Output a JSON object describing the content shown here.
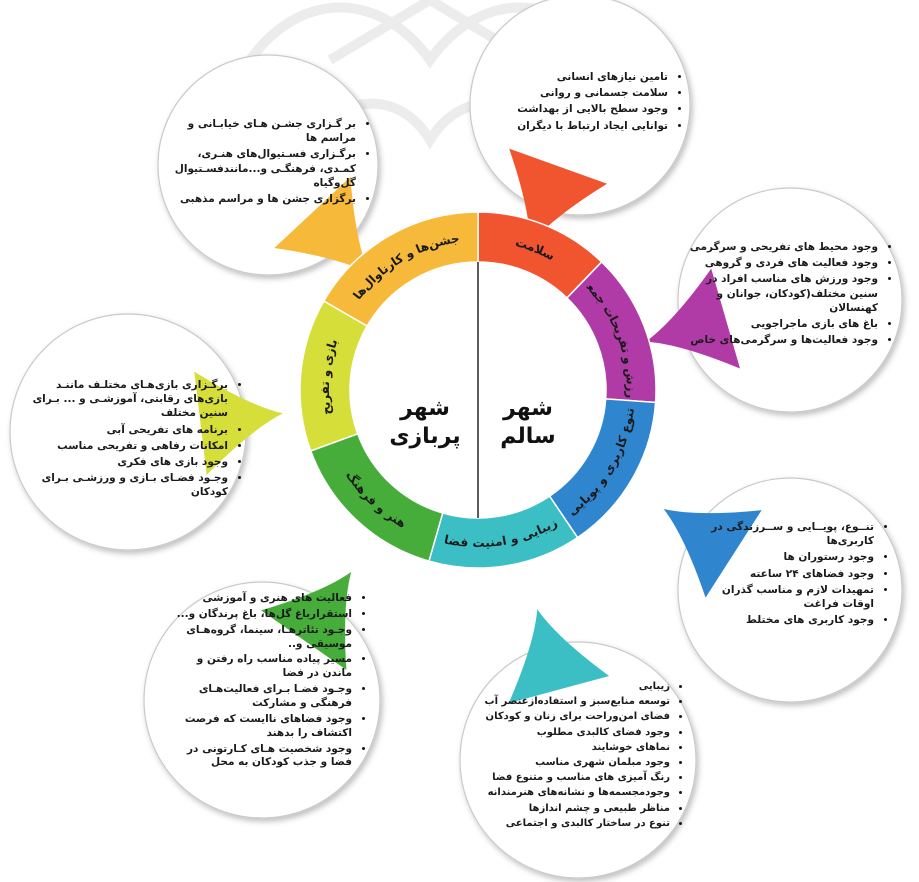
{
  "center": {
    "right_title": "شهر سالم",
    "left_title": "شهر پربازی"
  },
  "segments": [
    {
      "key": "health",
      "label": "سلامت",
      "color": "#f0552f"
    },
    {
      "key": "sport",
      "label": "ورزش و تفریحات جمعی",
      "color": "#b03aa6"
    },
    {
      "key": "diversity",
      "label": "تنوع کاربری و پویایی",
      "color": "#2f86cf"
    },
    {
      "key": "beauty",
      "label": "زیبایی و امنیت فضا",
      "color": "#3bbfc4"
    },
    {
      "key": "art",
      "label": "هنر و فرهنگ",
      "color": "#46ad3a"
    },
    {
      "key": "play",
      "label": "بازی و تفریح",
      "color": "#d6df39"
    },
    {
      "key": "festival",
      "label": "جشن‌ها و کارناوال‌ها",
      "color": "#f7b93a"
    }
  ],
  "bubbles": {
    "health": [
      "تامین نیازهای انسانی",
      "سلامت جسمانی و روانی",
      "وجود سطح بالایی از بهداشت",
      "توانایی ایجاد ارتباط با دیگران"
    ],
    "sport": [
      "وجود محیط های تفریحی و سرگرمی",
      "وجود فعالیت های فردی و گروهی",
      "وجود ورزش های مناسب افراد در سنین مختلف(کودکان، جوانان و کهنسالان",
      "باغ های بازی ماجراجویی",
      "وجود فعالیت‌ها و سرگرمی‌های خاص"
    ],
    "diversity": [
      "تنــوع، پویــایی و ســرزندگی در کاربری‌ها",
      "وجود رستوران ها",
      "وجود فضاهای ۲۴ ساعته",
      "تمهیدات لازم و مناسب گذران اوقات فراغت",
      "وجود کاربری های مختلط"
    ],
    "beauty": [
      "زیبایی",
      "توسعه منابع‌سبز و استفاده‌ازعنصر آب",
      "فضای امن‌وراحت برای زنان و کودکان",
      "وجود فضای کالبدی مطلوب",
      "نماهای خوشایند",
      "وجود مبلمان شهری مناسب",
      "رنگ آمیزی های مناسب و متنوع فضا",
      "وجودمجسمه‌ها و نشانه‌های هنرمندانه",
      "مناظر طبیعی و چشم اندازها",
      "تنوع در ساختار کالبدی و اجتماعی"
    ],
    "art": [
      "فعالیت های هنری و آموزشی",
      "استقرارباغ گل‌ها، باغ پرندگان و...",
      "وجـود تئاترهـا، سینما، گروه‌هـای موسیقی و..",
      "مسیر پیاده مناسب راه رفتن و ماندن در فضا",
      "وجـود فضـا بـرای فعالیت‌هـای فرهنگی و مشارکت",
      "وجود فضاهای ناایست که فرصت اکتشاف را بدهند",
      "وجود شخصیت هـای کـارتونی در فضا و جذب کودکان به محل"
    ],
    "play": [
      "برگـزاری بازی‌هـای مختلـف ماننـد بازی‌های رقابتی، آموزشـی و ... بـرای سنین مختلف",
      "برنامه های تفریحی آبی",
      "امکانات رفاهی و تفریحی مناسب",
      "وجود بازی های فکری",
      "وجـود فضـای بـازی و ورزشـی بـرای کودکان"
    ],
    "festival": [
      "بر گـزاری جشـن هـای خیابـانی و مراسم ها",
      "برگـزاری فسـتیوال‌های هنـری، کمـدی، فرهنگـی و...مانندفسـتیوال گل‌وگیاه",
      "برگزاری جشن ها و مراسم مذهبی"
    ]
  },
  "colors": {
    "bubble_fill": "#ffffff",
    "bubble_stroke": "#c9c9c9",
    "inner_fill": "#ffffff",
    "divider": "#333333"
  }
}
